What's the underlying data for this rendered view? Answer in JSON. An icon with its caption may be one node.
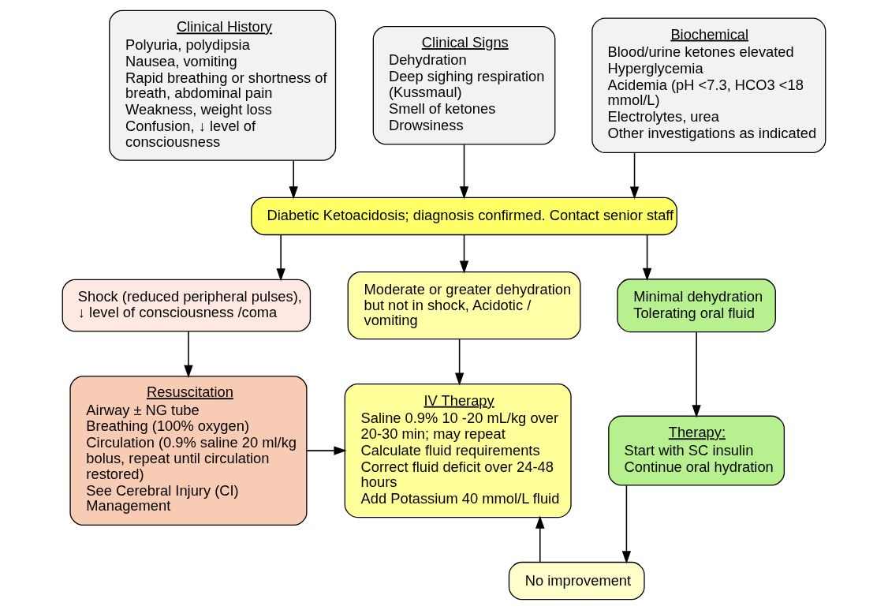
{
  "diagram": {
    "nodes": [
      {
        "text": [
          "Clinical History",
          "Polyuria, polydipsia",
          "Nausea, vomiting",
          "Rapid breathing or shortness of breath, abdominal pain",
          "Weakness, weight loss",
          "Confusion, ↓ level of consciousness"
        ]
      },
      {
        "text": [
          "Clinical Signs",
          "Dehydration",
          "Deep sighing respiration (Kussmaul)",
          "Smell of ketones",
          "Drowsiness"
        ]
      },
      {
        "text": [
          "Biochemical",
          "Blood/urine ketones elevated",
          "Hyperglycemia",
          "Acidemia (pH <7.3, HCO3 <18 mmol/L)",
          "Electrolytes, urea",
          "Other investigations as indicated"
        ]
      },
      {
        "text": [
          "Diabetic Ketoacidosis; diagnosis confirmed. Contact senior staff"
        ]
      },
      {
        "text": [
          "Shock (reduced peripheral pulses), ↓ level of consciousness /coma"
        ]
      },
      {
        "text": [
          "Moderate or greater dehydration but not in shock, Acidotic / vomiting"
        ]
      },
      {
        "text": [
          "Minimal dehydration",
          "Tolerating oral fluid"
        ]
      },
      {
        "text": [
          "Resuscitation",
          "Airway ± NG tube",
          "Breathing (100% oxygen)",
          "Circulation (0.9% saline 20 ml/kg bolus, repeat until circulation restored)",
          "See Cerebral Injury (CI) Management"
        ]
      },
      {
        "text": [
          "IV Therapy",
          "Saline 0.9% 10 -20 mL/kg over 20-30 min; may repeat",
          "Calculate fluid requirements",
          "Correct fluid deficit over 24-48 hours",
          "Add Potassium 40 mmol/L fluid"
        ]
      },
      {
        "text": [
          "Therapy:",
          "Start with SC insulin",
          "Continue oral hydration"
        ]
      },
      {
        "text": [
          "No improvement"
        ]
      }
    ],
    "edges": [
      {
        "from": 0,
        "to": 3,
        "arrow": "to"
      },
      {
        "from": 1,
        "to": 3,
        "arrow": "to"
      },
      {
        "from": 2,
        "to": 3,
        "arrow": "to"
      },
      {
        "from": 3,
        "to": 4,
        "arrow": "to"
      },
      {
        "from": 3,
        "to": 5,
        "arrow": "to"
      },
      {
        "from": 3,
        "to": 6,
        "arrow": "to"
      },
      {
        "from": 4,
        "to": 7,
        "arrow": "to"
      },
      {
        "from": 5,
        "to": 8,
        "arrow": "to"
      },
      {
        "from": 6,
        "to": 9,
        "arrow": "to"
      },
      {
        "from": 9,
        "to": 10,
        "arrow": "to"
      },
      {
        "from": 7,
        "to": 8,
        "arrow": "to"
      },
      {
        "from": 10,
        "to": 8,
        "arrow": "to"
      }
    ]
  }
}
